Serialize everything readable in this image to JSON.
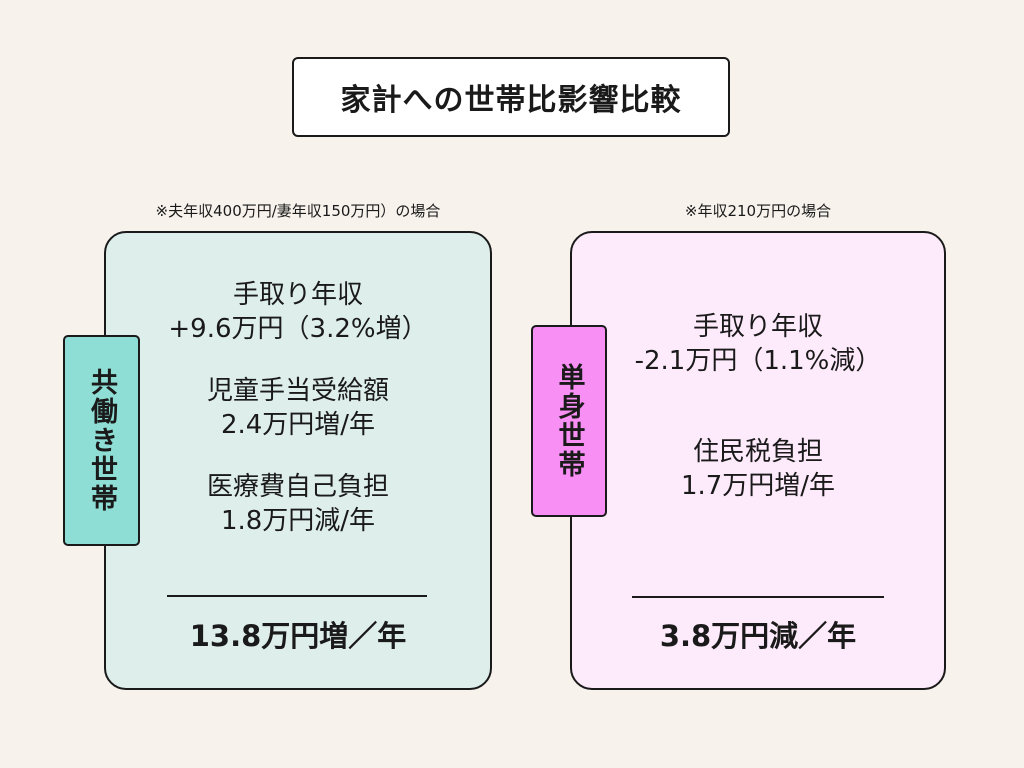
{
  "title": "家計への世帯比影響比較",
  "left": {
    "note": "※夫年収400万円/妻年収150万円）の場合",
    "tag": "共働き世帯",
    "items": [
      {
        "label": "手取り年収",
        "value": "+9.6万円（3.2%増）"
      },
      {
        "label": "児童手当受給額",
        "value": "2.4万円増/年"
      },
      {
        "label": "医療費自己負担",
        "value": "1.8万円減/年"
      }
    ],
    "total": "13.8万円増／年",
    "colors": {
      "card": "#deeeeb",
      "tag": "#8fded6"
    }
  },
  "right": {
    "note": "※年収210万円の場合",
    "tag": "単身世帯",
    "items": [
      {
        "label": "手取り年収",
        "value": "-2.1万円（1.1%減）"
      },
      {
        "label": "住民税負担",
        "value": "1.7万円増/年"
      }
    ],
    "total": "3.8万円減／年",
    "colors": {
      "card": "#fdeafb",
      "tag": "#f78ff4"
    }
  }
}
